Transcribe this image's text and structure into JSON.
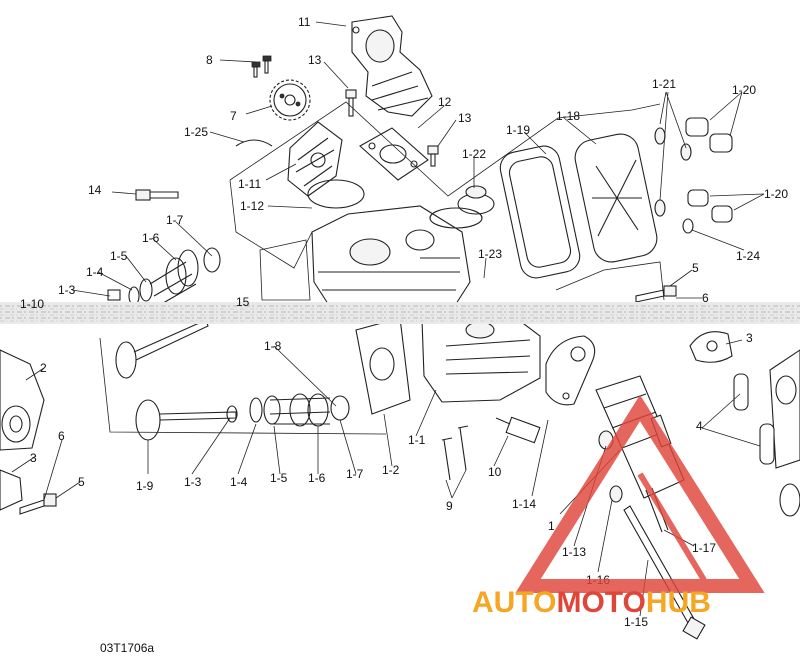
{
  "labels": {
    "l11": "11",
    "l8": "8",
    "l13a": "13",
    "l7": "7",
    "l12": "12",
    "l13b": "13",
    "l125": "1-25",
    "l122": "1-22",
    "l119": "1-19",
    "l118": "1-18",
    "l121": "1-21",
    "l120a": "1-20",
    "l111": "1-11",
    "l14": "14",
    "l112": "1-12",
    "l120b": "1-20",
    "l17a": "1-7",
    "l16a": "1-6",
    "l15a": "1-5",
    "l14a": "1-4",
    "l13c": "1-3",
    "l110": "1-10",
    "l15": "15",
    "l123": "1-23",
    "l124": "1-24",
    "l5a": "5",
    "l6a": "6",
    "l3a": "3",
    "l2": "2",
    "l18": "1-8",
    "l4": "4",
    "l3b": "3",
    "l6b": "6",
    "l5b": "5",
    "l19": "1-9",
    "l13d": "1-3",
    "l14b": "1-4",
    "l15b": "1-5",
    "l16b": "1-6",
    "l17b": "1-7",
    "l12b": "1-2",
    "l11b": "1-1",
    "l9": "9",
    "l10": "10",
    "l114": "1-14",
    "l1": "1",
    "l113": "1-13",
    "l116": "1-16",
    "l117": "1-17",
    "l115": "1-15"
  },
  "figure_code": "03T1706a",
  "watermark": {
    "part1": "AUTO",
    "part2": "MOTO",
    "part3": "HUB",
    "color1": "#f5a623",
    "color2": "#e0453a",
    "color3": "#f5a623"
  }
}
